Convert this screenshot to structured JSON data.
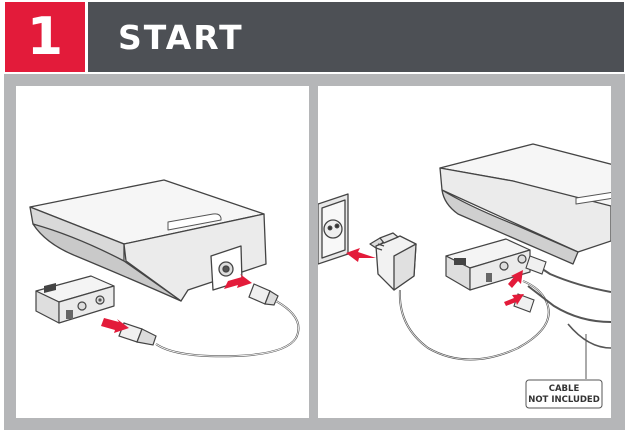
{
  "header": {
    "step_number": "1",
    "title": "START"
  },
  "right_panel": {
    "cable_label_line1": "CABLE",
    "cable_label_line2": "NOT INCLUDED"
  },
  "colors": {
    "accent_red": "#e31b3a",
    "header_gray": "#4d5055",
    "frame_gray": "#b5b6b8"
  }
}
